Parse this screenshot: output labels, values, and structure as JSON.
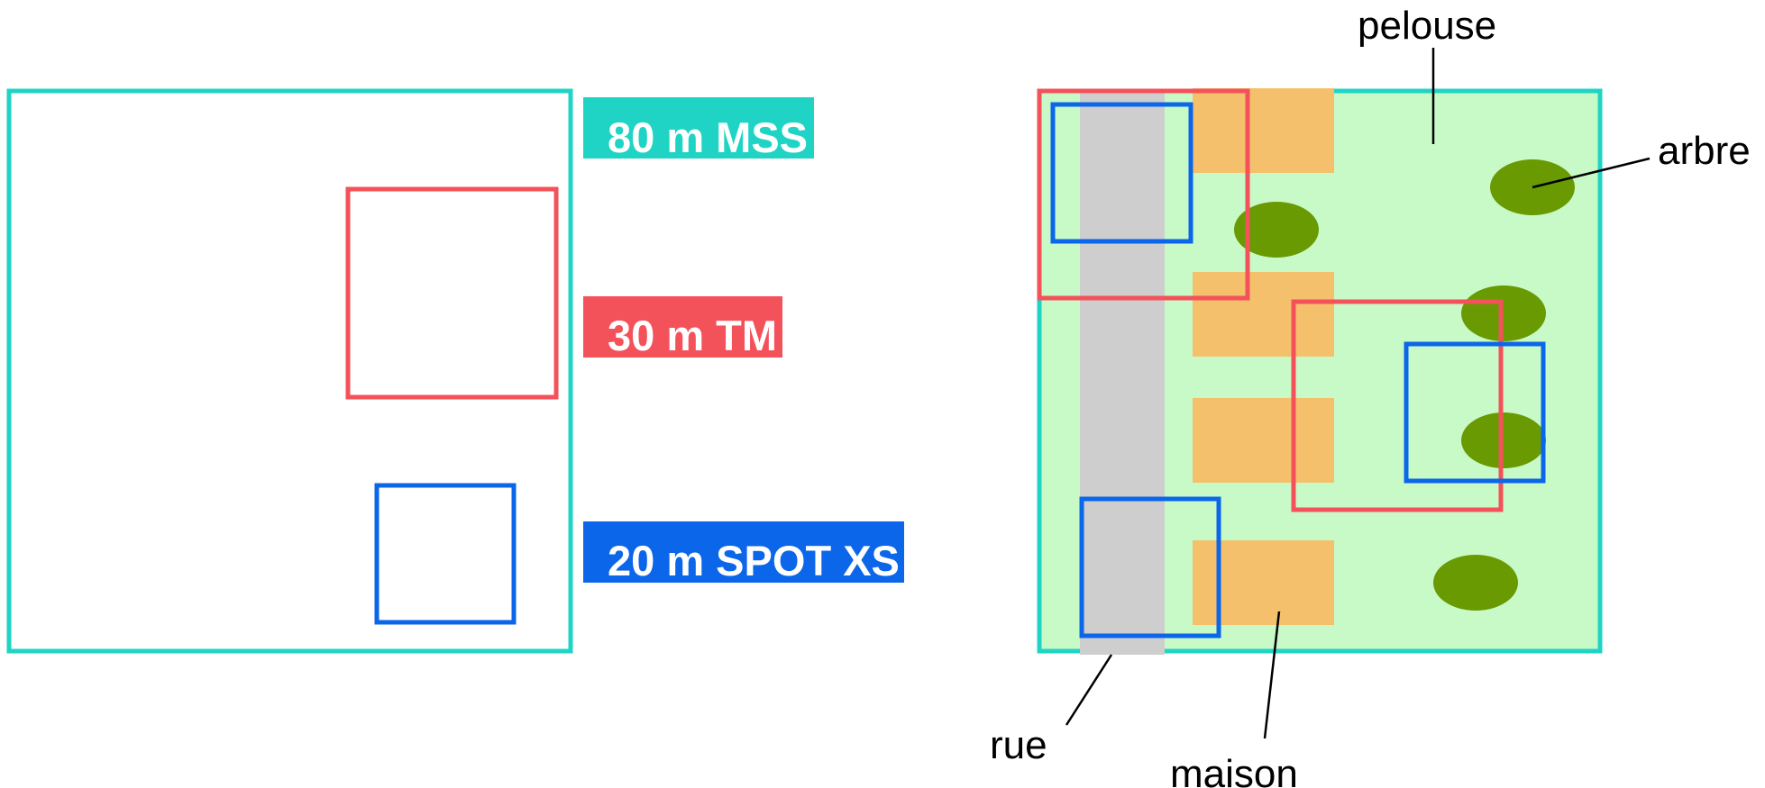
{
  "colors": {
    "mss": "#1fd4c4",
    "tm": "#f4525a",
    "spot": "#0b66ea",
    "lawn": "#c8fac8",
    "house": "#f5c06c",
    "street": "#cecece",
    "tree": "#699a02",
    "leader": "#000000",
    "background": "#ffffff"
  },
  "legend": {
    "mss": "80 m MSS",
    "tm": "30 m TM",
    "spot": "20 m SPOT XS"
  },
  "labels": {
    "lawn": "pelouse",
    "tree": "arbre",
    "street": "rue",
    "house": "maison"
  }
}
